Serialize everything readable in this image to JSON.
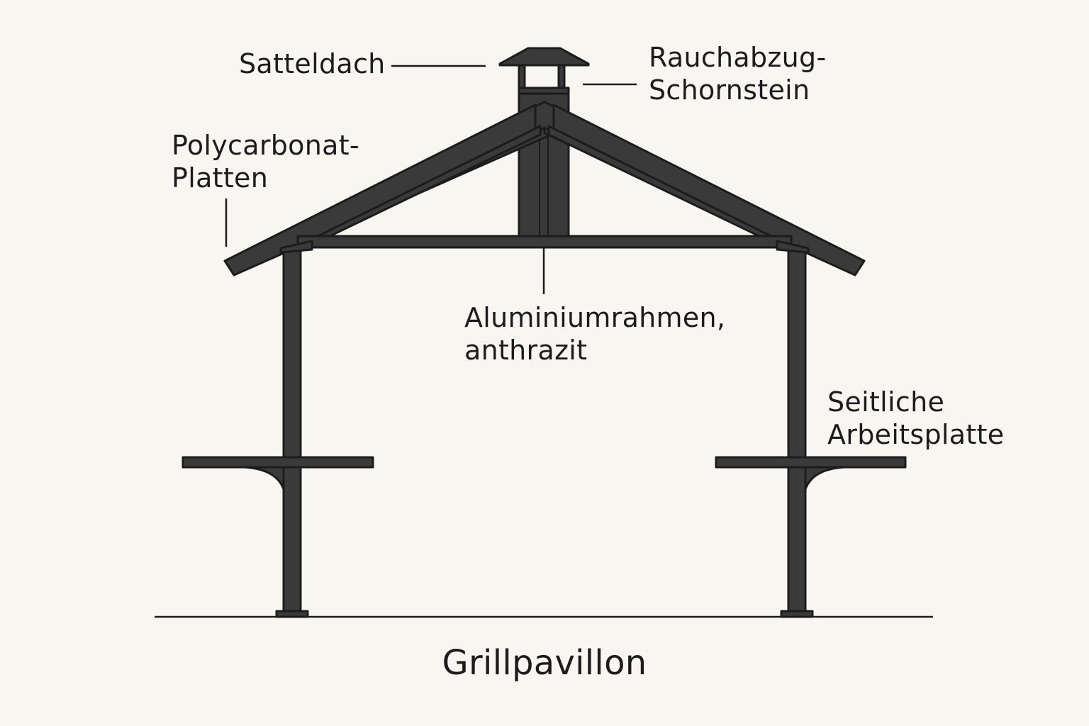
{
  "labels": {
    "roof": "Satteldach",
    "chimney": [
      "Rauchabzug-",
      "Schornstein"
    ],
    "panels": [
      "Polycarbonat-",
      "Platten"
    ],
    "frame": [
      "Aluminiumrahmen,",
      "anthrazit"
    ],
    "counter": [
      "Seitliche",
      "Arbeitsplatte"
    ],
    "title": "Grillpavillon"
  },
  "colors": {
    "background": "#f8f6f1",
    "frame": "#3a3a3a",
    "outline": "#1c1c1c",
    "text": "#1c1c1c"
  }
}
